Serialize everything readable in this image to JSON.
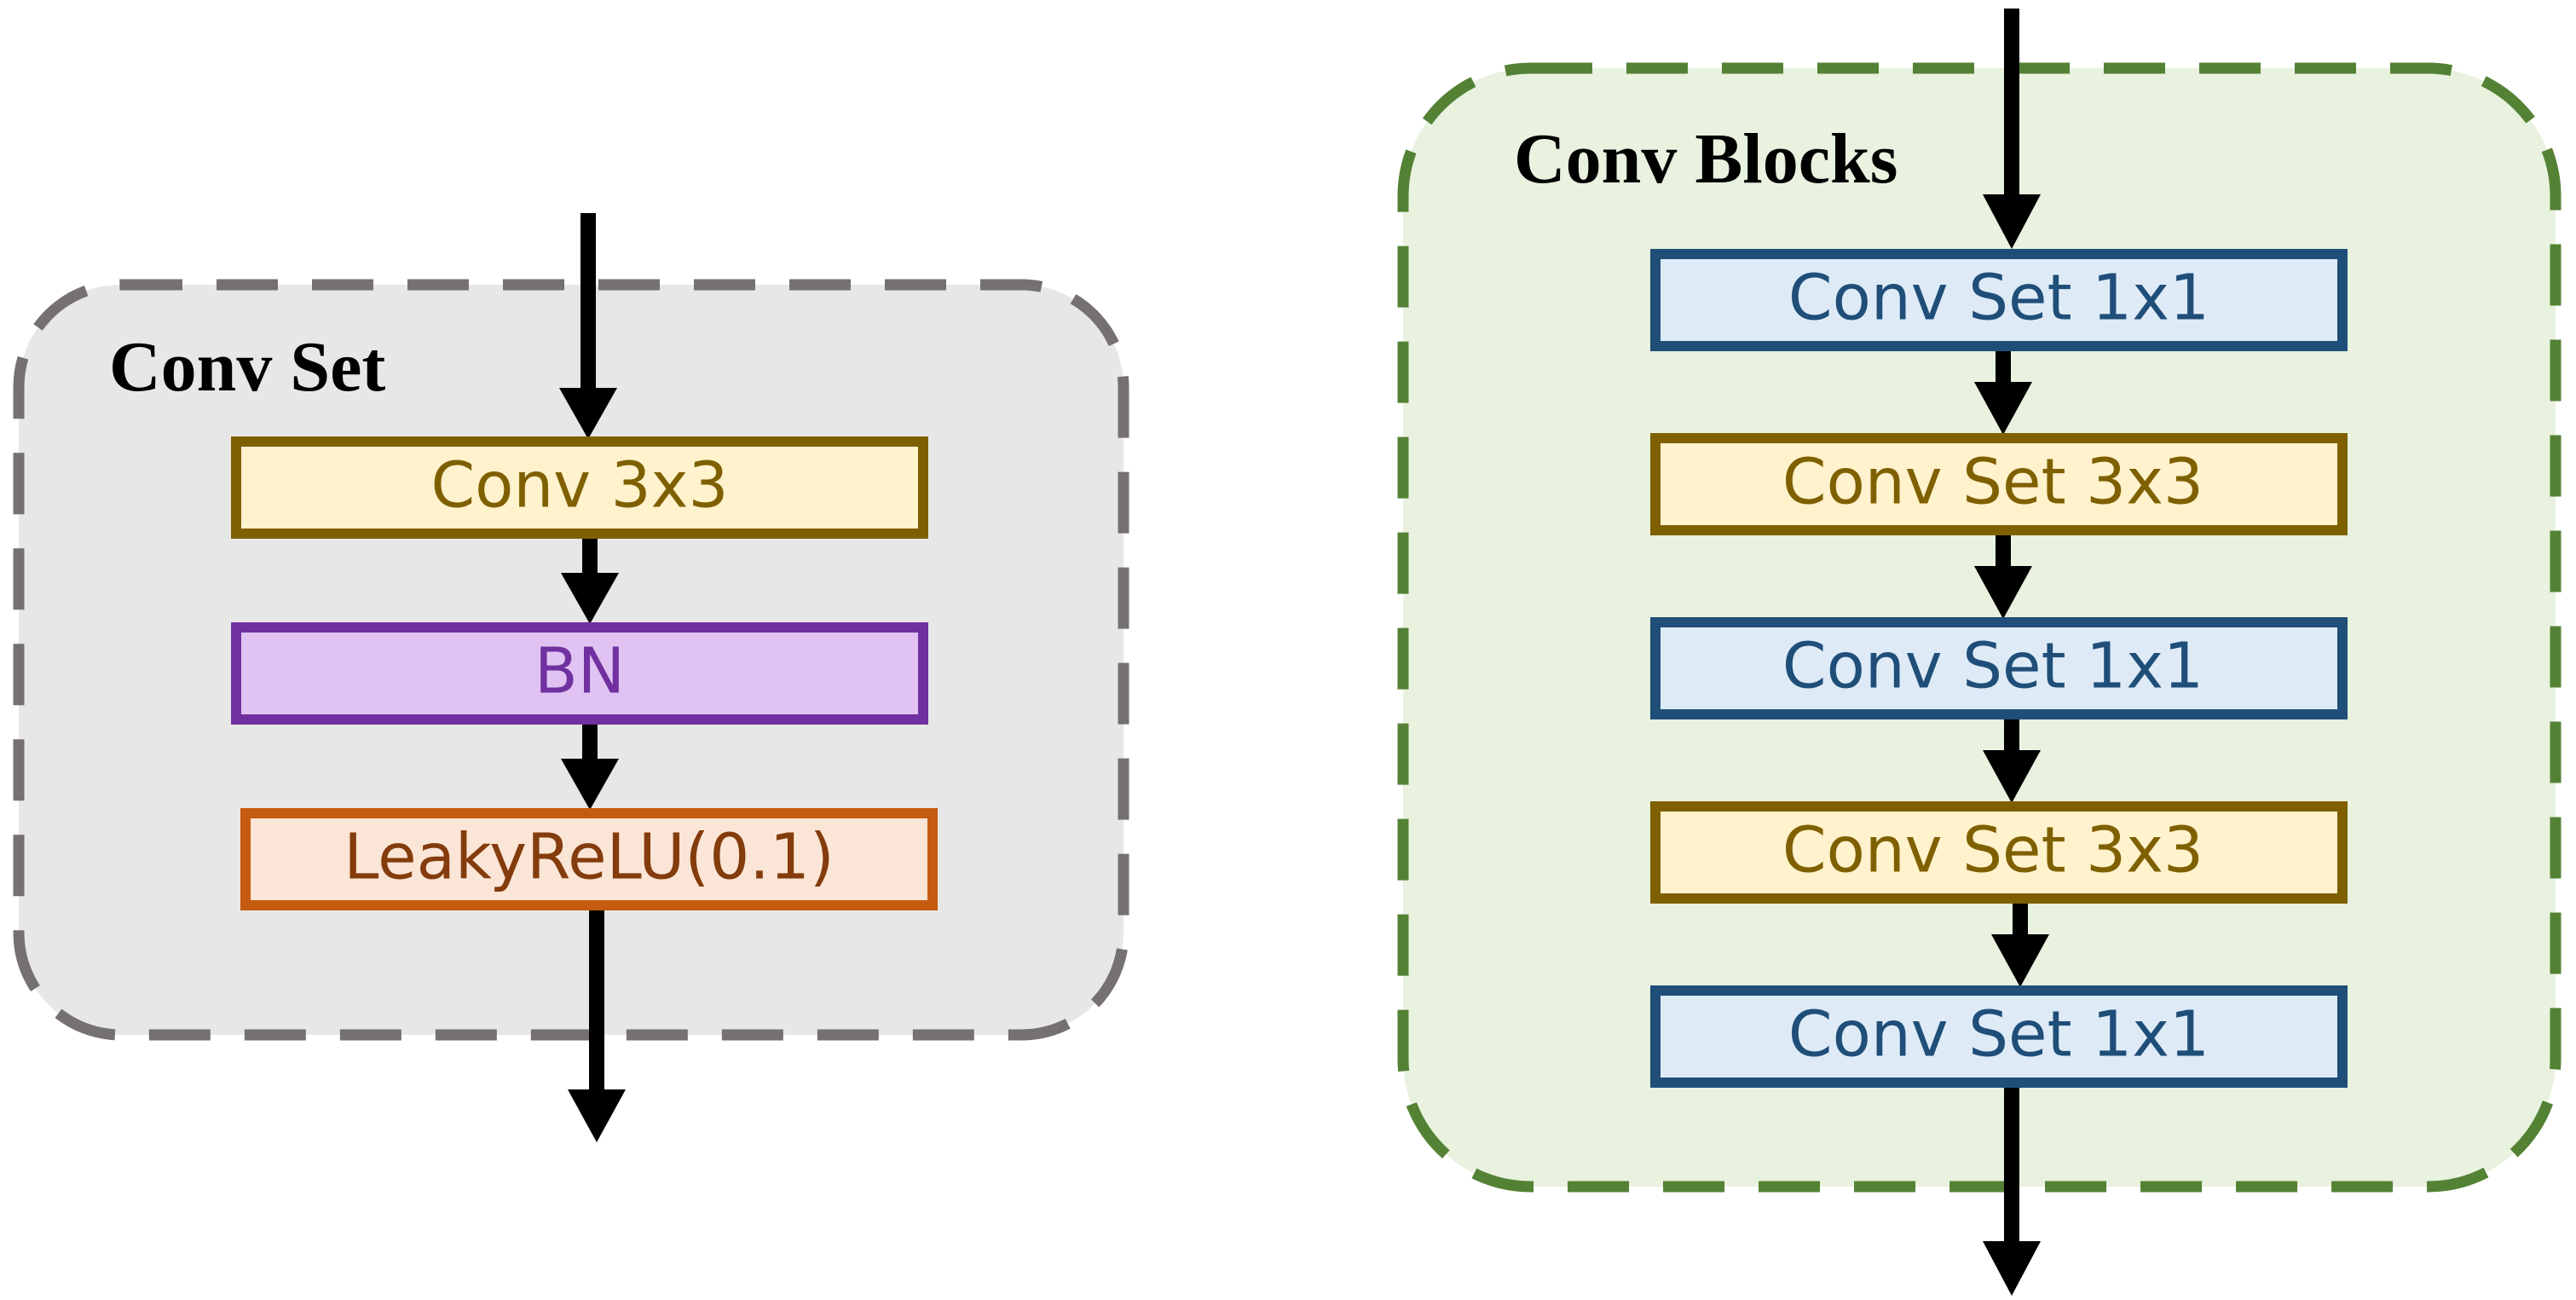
{
  "conv_set": {
    "title": "Conv Set",
    "layers": [
      {
        "label": "Conv 3x3",
        "kind": "conv3"
      },
      {
        "label": "BN",
        "kind": "bn"
      },
      {
        "label": "LeakyReLU(0.1)",
        "kind": "relu"
      }
    ]
  },
  "conv_blocks": {
    "title": "Conv Blocks",
    "layers": [
      {
        "label": "Conv Set 1x1",
        "kind": "set1"
      },
      {
        "label": "Conv Set 3x3",
        "kind": "set3"
      },
      {
        "label": "Conv Set 1x1",
        "kind": "set1"
      },
      {
        "label": "Conv Set 3x3",
        "kind": "set3"
      },
      {
        "label": "Conv Set 1x1",
        "kind": "set1"
      }
    ]
  },
  "colors": {
    "conv3_fill": "#fff2cc",
    "conv3_stroke": "#7f6000",
    "conv3_text": "#7f6000",
    "bn_fill": "#e0c3f2",
    "bn_stroke": "#7030a0",
    "bn_text": "#7030a0",
    "relu_fill": "#fbe5d6",
    "relu_stroke": "#c55a11",
    "relu_text": "#843c0c",
    "set1_fill": "#deebf7",
    "set1_stroke": "#1f4e79",
    "set1_text": "#1f4e79",
    "set3_fill": "#fff2cc",
    "set3_stroke": "#7f6000",
    "set3_text": "#7f6000",
    "left_panel_fill": "#e7e7e7",
    "left_panel_stroke": "#767171",
    "right_panel_fill": "#e8f2df",
    "right_panel_stroke": "#548235",
    "arrow": "#000000"
  }
}
